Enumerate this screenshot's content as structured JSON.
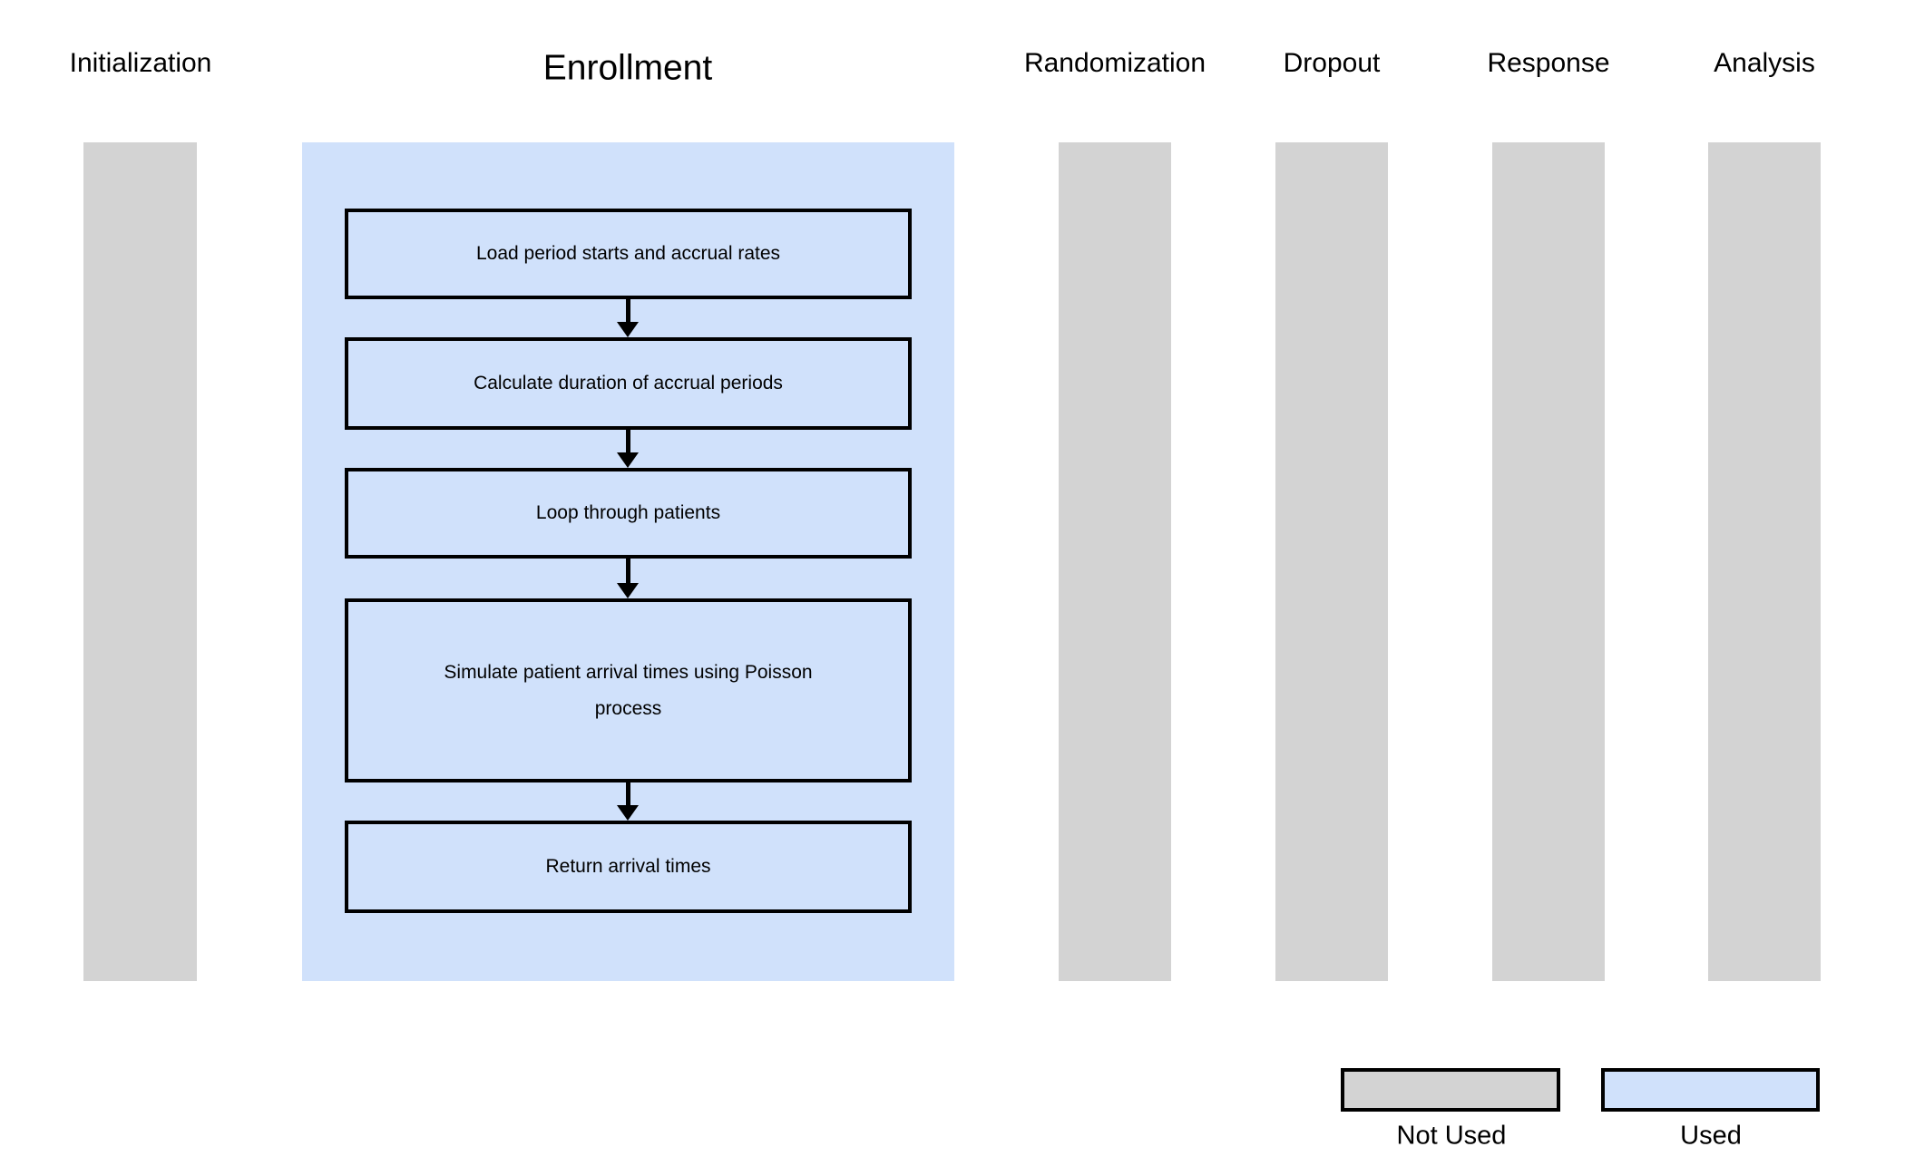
{
  "columns": [
    {
      "label": "Initialization",
      "status": "not_used"
    },
    {
      "label": "Enrollment",
      "status": "used"
    },
    {
      "label": "Randomization",
      "status": "not_used"
    },
    {
      "label": "Dropout",
      "status": "not_used"
    },
    {
      "label": "Response",
      "status": "not_used"
    },
    {
      "label": "Analysis",
      "status": "not_used"
    }
  ],
  "flowchart": {
    "column": "Enrollment",
    "steps": [
      {
        "label": "Load period starts and accrual rates"
      },
      {
        "label": "Calculate duration of accrual periods"
      },
      {
        "label": "Loop through patients"
      },
      {
        "label": "Simulate patient arrival times using Poisson process"
      },
      {
        "label": "Return arrival times"
      }
    ]
  },
  "legend": {
    "items": [
      {
        "label": "Not Used",
        "color": "#d3d3d3"
      },
      {
        "label": "Used",
        "color": "#d0e1fb"
      }
    ]
  },
  "colors": {
    "not_used_fill": "#d3d3d3",
    "used_fill": "#d0e1fb",
    "border": "#000000",
    "text": "#000000",
    "background": "#ffffff"
  }
}
